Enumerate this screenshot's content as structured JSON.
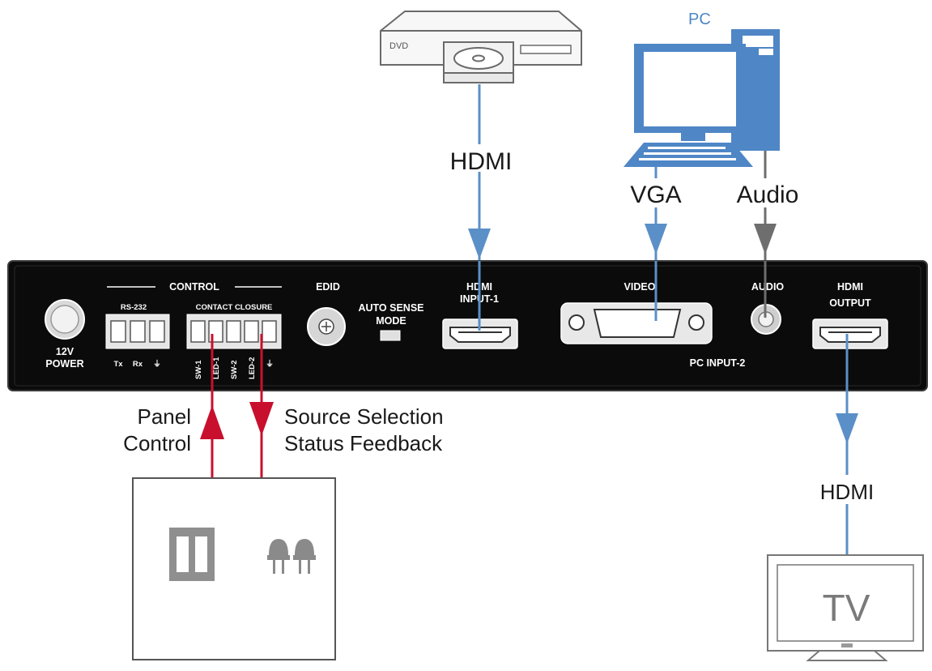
{
  "devices": {
    "dvd_label": "DVD",
    "pc_label": "PC",
    "tv_label": "TV"
  },
  "cables": {
    "hdmi_in": "HDMI",
    "vga": "VGA",
    "audio": "Audio",
    "hdmi_out": "HDMI"
  },
  "control": {
    "panel_control": [
      "Panel",
      "Control"
    ],
    "feedback": [
      "Source Selection",
      "Status Feedback"
    ]
  },
  "panel": {
    "power": [
      "12V",
      "POWER"
    ],
    "control_header": "CONTROL",
    "rs232": "RS-232",
    "rs232_pins": [
      "Tx",
      "Rx",
      "⏚"
    ],
    "contact_closure": "CONTACT CLOSURE",
    "contact_pins": [
      "SW-1",
      "LED-1",
      "SW-2",
      "LED-2",
      "⏚"
    ],
    "edid": "EDID",
    "auto_sense": [
      "AUTO SENSE",
      "MODE"
    ],
    "hdmi_input": [
      "HDMI",
      "INPUT-1"
    ],
    "video": "VIDEO",
    "pc_input": "PC INPUT-2",
    "audio": "AUDIO",
    "hdmi_output": [
      "HDMI",
      "OUTPUT"
    ]
  },
  "colors": {
    "blue_cable": "#5b8fc7",
    "gray_cable": "#6e6e6e",
    "red_cable": "#c8102e",
    "pc_blue": "#4f86c6",
    "panel_black": "#0b0b0b"
  }
}
